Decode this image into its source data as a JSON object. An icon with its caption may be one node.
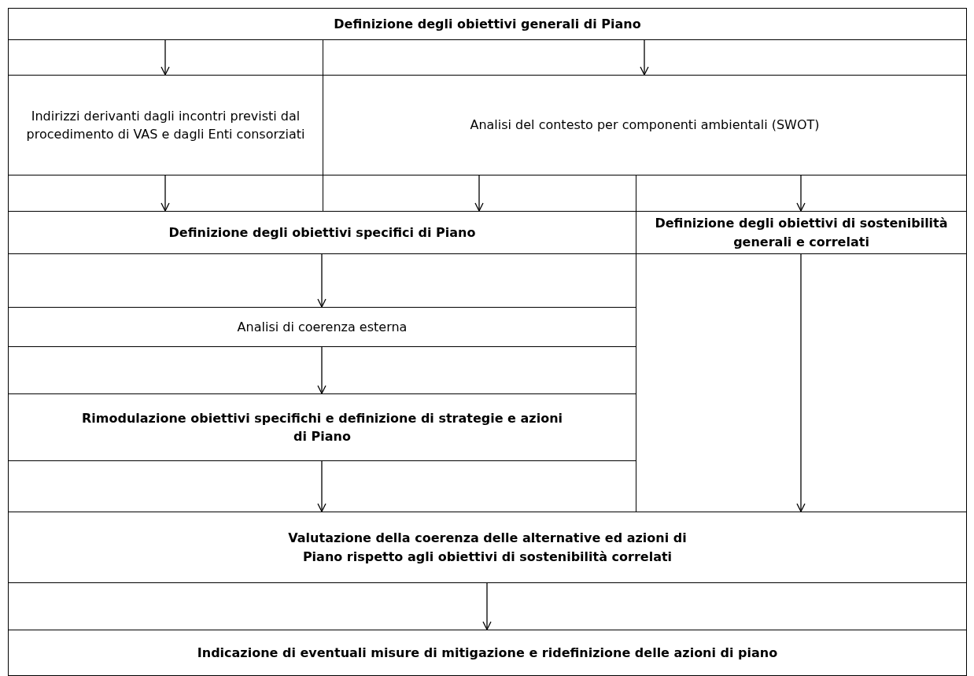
{
  "diagram": {
    "nodes": [
      {
        "text": [
          "Definizione degli obiettivi generali di Piano"
        ]
      },
      {
        "text": [
          "Indirizzi derivanti dagli incontri previsti dal procedimento di VAS e dagli Enti consorziati"
        ]
      },
      {
        "text": [
          "Analisi del contesto per componenti ambientali (SWOT)"
        ]
      },
      {
        "text": [
          "Definizione degli obiettivi specifici di Piano"
        ]
      },
      {
        "text": [
          "Definizione degli obiettivi di sostenibilità generali e correlati"
        ]
      },
      {
        "text": [
          "Analisi di coerenza esterna"
        ]
      },
      {
        "text": [
          "Rimodulazione obiettivi specifichi e definizione di strategie e azioni di Piano"
        ]
      },
      {
        "text": [
          "Valutazione della coerenza delle alternative ed azioni di Piano rispetto agli obiettivi di sostenibilità correlati"
        ]
      },
      {
        "text": [
          "Indicazione di eventuali misure di mitigazione e ridefinizione delle azioni di piano"
        ]
      }
    ],
    "edges": [
      {
        "from": 0,
        "to": 1,
        "arrow": "to"
      },
      {
        "from": 0,
        "to": 2,
        "arrow": "to"
      },
      {
        "from": 1,
        "to": 3,
        "arrow": "to"
      },
      {
        "from": 2,
        "to": 3,
        "arrow": "to"
      },
      {
        "from": 2,
        "to": 4,
        "arrow": "to"
      },
      {
        "from": 3,
        "to": 5,
        "arrow": "to"
      },
      {
        "from": 5,
        "to": 6,
        "arrow": "to"
      },
      {
        "from": 4,
        "to": 7,
        "arrow": "to"
      },
      {
        "from": 6,
        "to": 7,
        "arrow": "to"
      },
      {
        "from": 7,
        "to": 8,
        "arrow": "to"
      }
    ]
  }
}
